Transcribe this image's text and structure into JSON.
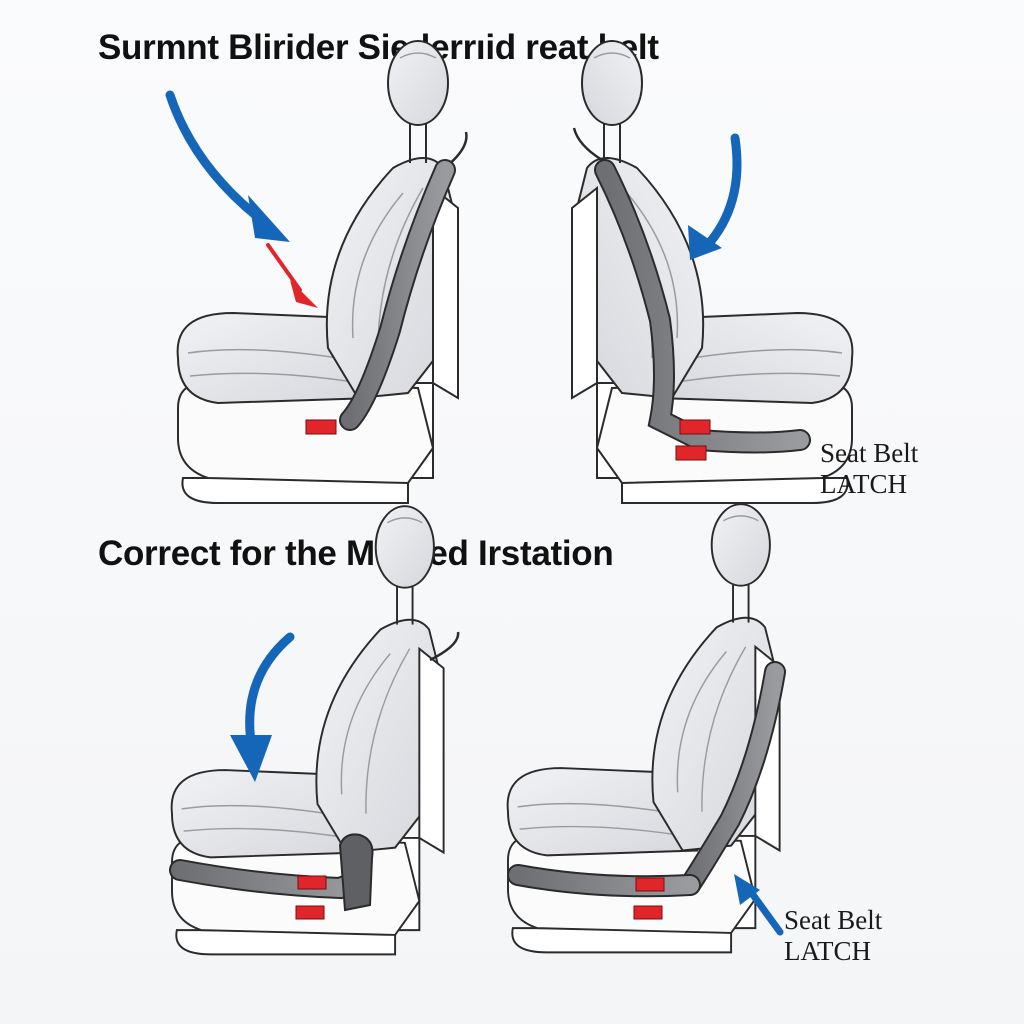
{
  "headings": {
    "top": "Surmnt Blirider Sie-lerrıid reat belt",
    "bottom": "Correct for the Mothed Irstation"
  },
  "callouts": {
    "top": {
      "line1": "Seat Belt",
      "line2": "LATCH"
    },
    "bottom": {
      "line1": "Seat Belt",
      "line2": "LATCH"
    }
  },
  "colors": {
    "arrow_blue": "#1565b8",
    "arrow_red": "#e0262a",
    "belt": "#7f8084",
    "seat_fill": "#e3e4e8",
    "outline": "#2b2b2b",
    "latch_clip": "#e0262a"
  },
  "icons": [
    "car-seat-icon",
    "seat-belt-icon",
    "arrow-icon",
    "latch-clip-icon"
  ]
}
